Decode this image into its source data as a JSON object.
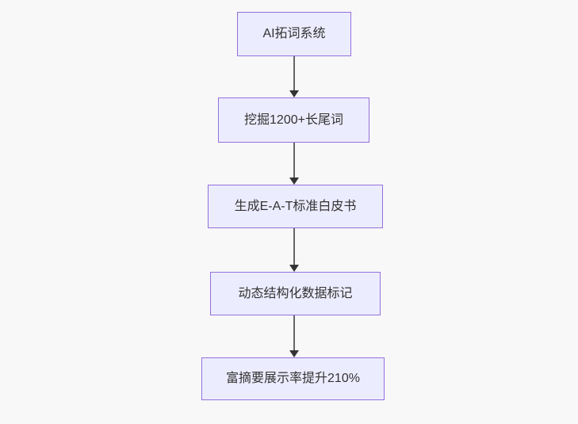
{
  "diagram": {
    "type": "flowchart",
    "direction": "top-down",
    "colors": {
      "background": "#f8f8f8",
      "node_fill": "#ECECFF",
      "node_border": "#9370DB",
      "node_text": "#333333",
      "edge_line": "#666666",
      "edge_arrowhead": "#333333"
    },
    "nodes": [
      {
        "id": "n1",
        "label": "AI拓词系统"
      },
      {
        "id": "n2",
        "label": "挖掘1200+长尾词"
      },
      {
        "id": "n3",
        "label": "生成E-A-T标准白皮书"
      },
      {
        "id": "n4",
        "label": "动态结构化数据标记"
      },
      {
        "id": "n5",
        "label": "富摘要展示率提升210%"
      }
    ],
    "edges": [
      {
        "from": "n1",
        "to": "n2"
      },
      {
        "from": "n2",
        "to": "n3"
      },
      {
        "from": "n3",
        "to": "n4"
      },
      {
        "from": "n4",
        "to": "n5"
      }
    ]
  }
}
